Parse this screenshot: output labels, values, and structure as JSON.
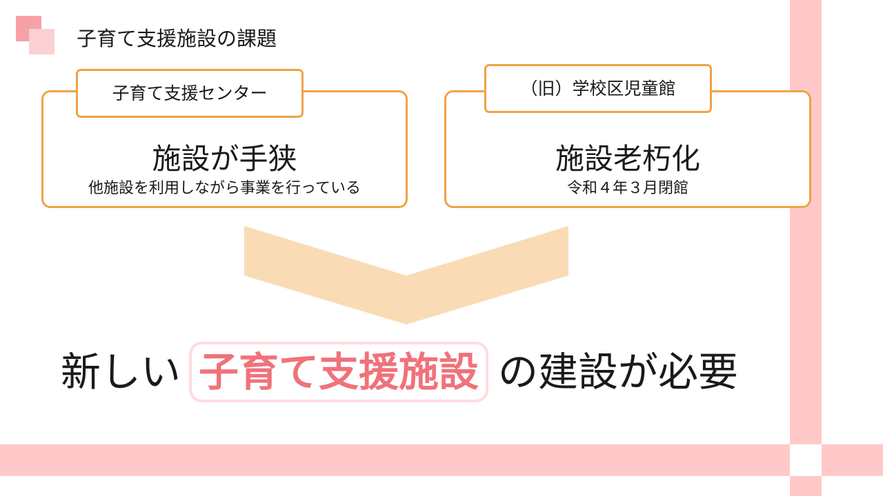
{
  "header": {
    "title": "子育て支援施設の課題"
  },
  "left_card": {
    "tag": "子育て支援センター",
    "headline": "施設が手狭",
    "subline": "他施設を利用しながら事業を行っている"
  },
  "right_card": {
    "tag": "（旧）学校区児童館",
    "headline": "施設老朽化",
    "subline": "令和４年３月閉館"
  },
  "conclusion": {
    "before": "新しい",
    "highlight": "子育て支援施設",
    "after": "の建設が必要"
  },
  "colors": {
    "accent_orange": "#f0a245",
    "arrow_fill": "#f9dcb5",
    "highlight_pink": "#f0727a",
    "stripe_pink": "#ffc9c9"
  }
}
